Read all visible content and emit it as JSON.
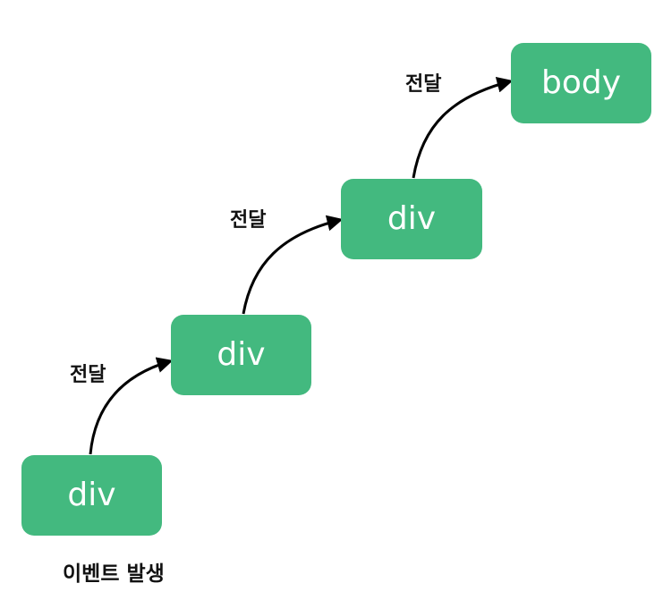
{
  "diagram": {
    "nodes": [
      {
        "id": "div-1",
        "label": "div"
      },
      {
        "id": "div-2",
        "label": "div"
      },
      {
        "id": "div-3",
        "label": "div"
      },
      {
        "id": "body",
        "label": "body"
      }
    ],
    "edges": [
      {
        "from": "div-1",
        "to": "div-2",
        "label": "전달"
      },
      {
        "from": "div-2",
        "to": "div-3",
        "label": "전달"
      },
      {
        "from": "div-3",
        "to": "body",
        "label": "전달"
      }
    ],
    "origin_caption": "이벤트 발생",
    "colors": {
      "node_fill": "#43b97f",
      "node_text": "#ffffff",
      "arrow": "#000000",
      "label_text": "#111111"
    }
  }
}
